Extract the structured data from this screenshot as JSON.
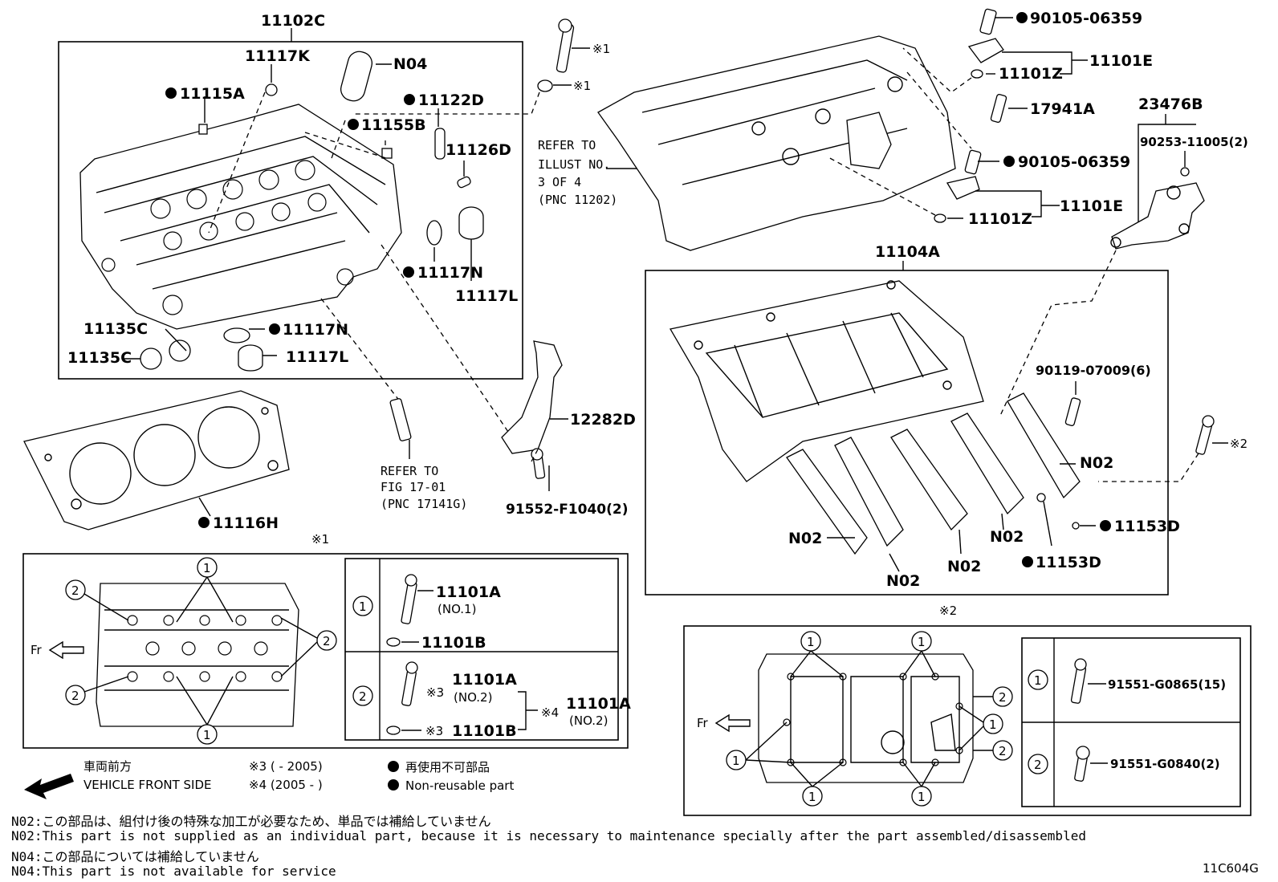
{
  "labels": {
    "group_cylinder_head": "11102C",
    "k11117K": "11117K",
    "n04": "N04",
    "k11115A": "11115A",
    "k11122D": "11122D",
    "k11155B": "11155B",
    "k11126D": "11126D",
    "k11117N_a": "11117N",
    "k11117L_a": "11117L",
    "k11135C_a": "11135C",
    "k11135C_b": "11135C",
    "k11117N_b": "11117N",
    "k11117L_b": "11117L",
    "k11116H": "11116H",
    "mark1_a": "※1",
    "mark1_b": "※1",
    "mark1_detail": "※1",
    "refer_illust": [
      "REFER TO",
      "ILLUST NO.",
      "3 OF 4",
      "(PNC 11202)"
    ],
    "refer_fig": [
      "REFER TO",
      "FIG 17-01",
      "(PNC 17141G)"
    ],
    "k12282D": "12282D",
    "k91552": "91552-F1040(2)",
    "k90105_a": "90105-06359",
    "k11101Z_a": "11101Z",
    "k11101E_a": "11101E",
    "k17941A": "17941A",
    "k90105_b": "90105-06359",
    "k11101Z_b": "11101Z",
    "k11101E_b": "11101E",
    "k23476B": "23476B",
    "k90253": "90253-11005(2)",
    "group_carrier": "11104A",
    "k90119": "90119-07009(6)",
    "mark2": "※2",
    "mark2_detail": "※2",
    "n02_a": "N02",
    "n02_b": "N02",
    "n02_c": "N02",
    "n02_d": "N02",
    "n02_e": "N02",
    "k11153D_a": "11153D",
    "k11153D_b": "11153D",
    "fr_a": "Fr",
    "fr_b": "Fr",
    "c1": "1",
    "c2": "2"
  },
  "table1": {
    "row1_part": "11101A",
    "row1_sub": "(NO.1)",
    "row1_washer": "11101B",
    "row2_mark3": "※3",
    "row2_part": "11101A",
    "row2_sub": "(NO.2)",
    "row2_mark3b": "※3",
    "row2_washer": "11101B",
    "row2_mark4": "※4",
    "row2_alt_part": "11101A",
    "row2_alt_sub": "(NO.2)"
  },
  "table2": {
    "row1_bolt": "91551-G0865(15)",
    "row2_bolt": "91551-G0840(2)"
  },
  "legend": {
    "jp_front": "車両前方",
    "en_front": "VEHICLE FRONT SIDE",
    "mark3": "※3 (        - 2005)",
    "mark4": "※4 (2005 -        )",
    "jp_nonreuse": "再使用不可部品",
    "en_nonreuse": "Non-reusable part"
  },
  "notes": [
    "N02:この部品は、組付け後の特殊な加工が必要なため、単品では補給していません",
    "N02:This part is not supplied as an individual part, because it is necessary to maintenance specially after the part assembled/disassembled",
    "N04:この部品については補給していません",
    "N04:This part is not available for service"
  ],
  "figure_code": "11C604G"
}
